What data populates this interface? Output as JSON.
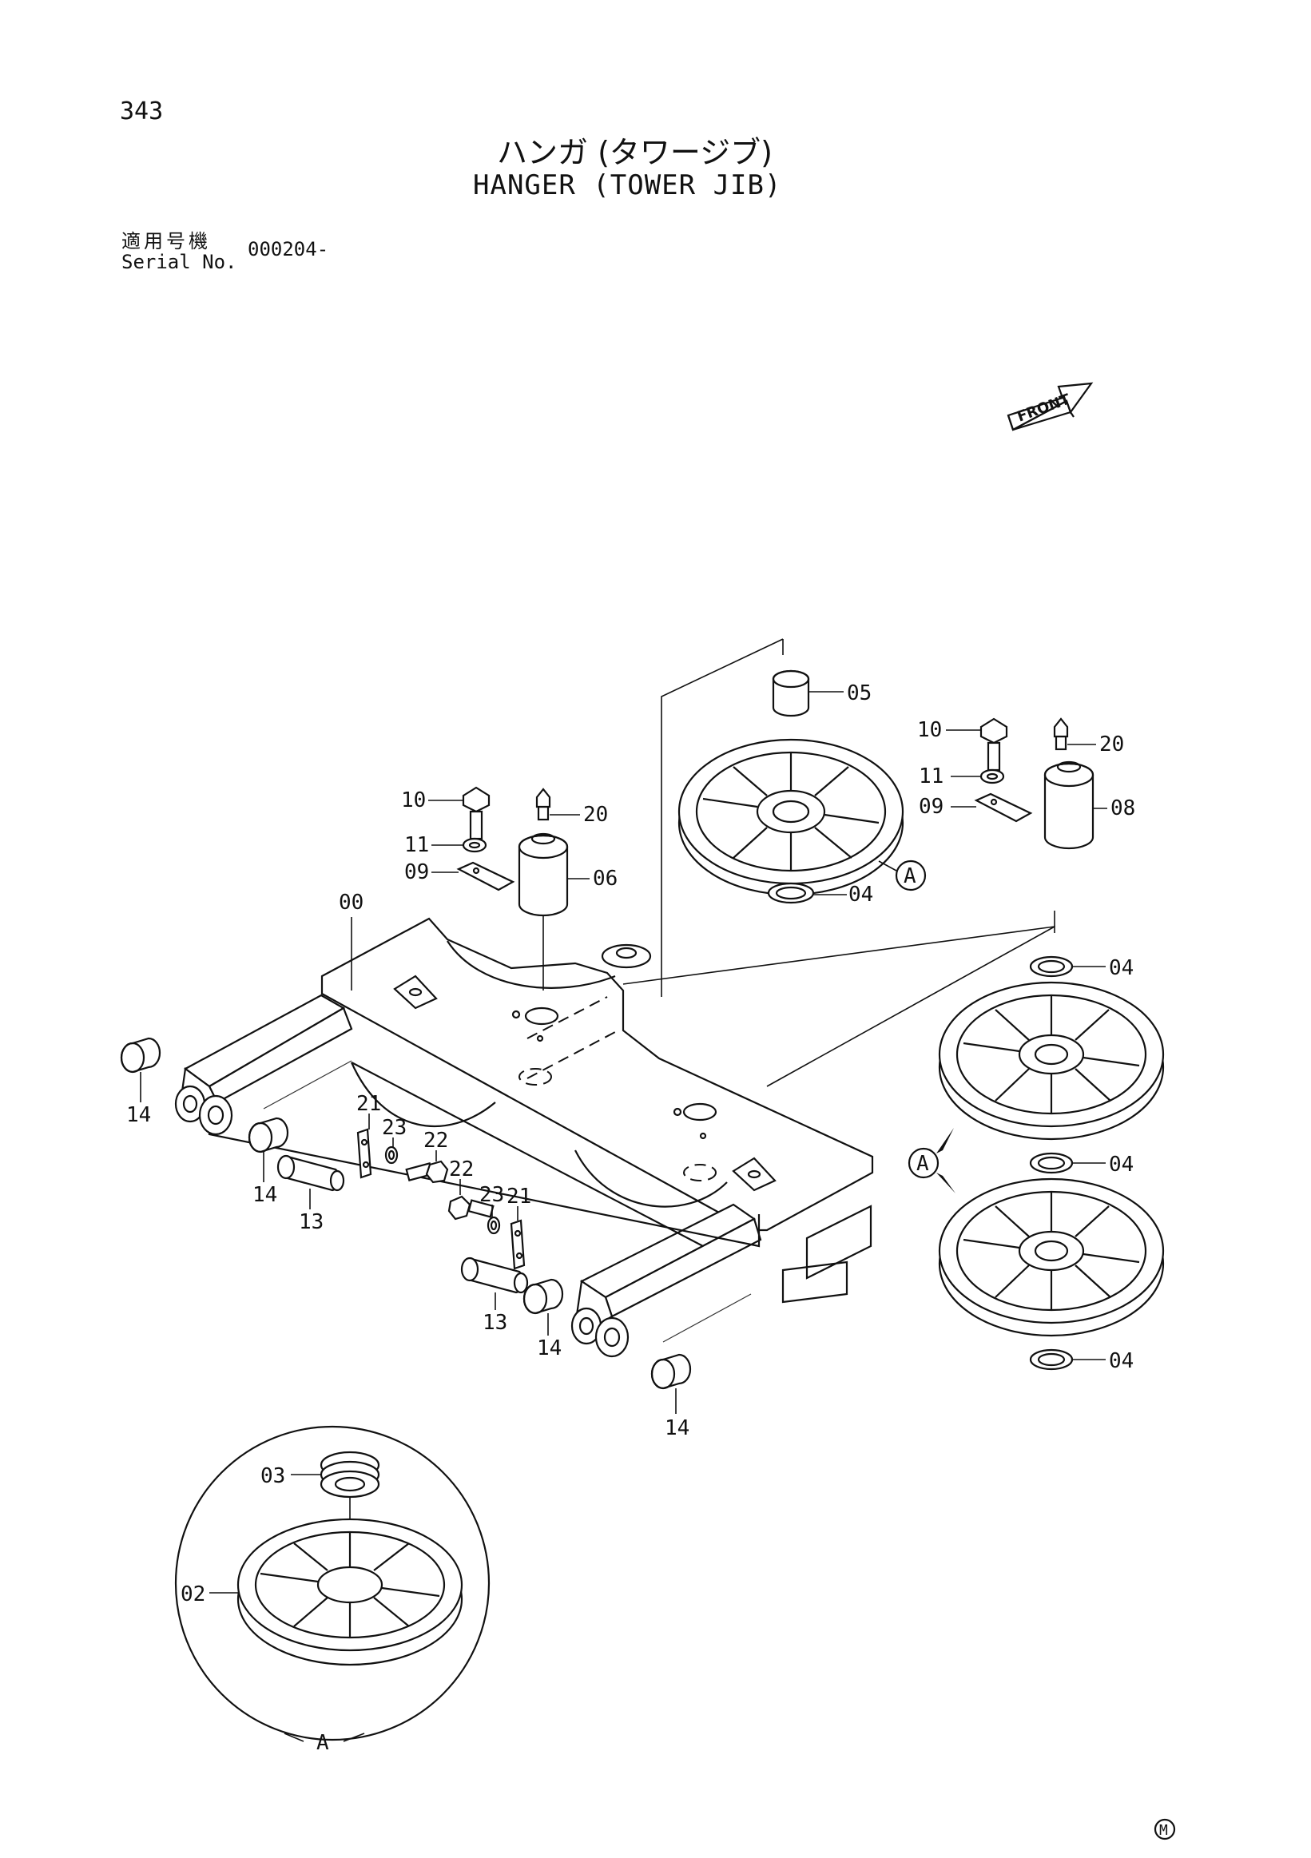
{
  "page": {
    "number": "343",
    "title_ja": "ハンガ (タワージブ)",
    "title_en": "HANGER (TOWER JIB)",
    "serial_label_ja": "適用号機",
    "serial_label_en": "Serial No.",
    "serial_value": "000204-",
    "front_label": "FRONT",
    "detail_letter": "A",
    "corner_mark": "M"
  },
  "part_callouts": {
    "p00": "00",
    "p02": "02",
    "p03": "03",
    "p04a": "04",
    "p04b": "04",
    "p04c": "04",
    "p04d": "04",
    "p05": "05",
    "p06": "06",
    "p08": "08",
    "p09a": "09",
    "p09b": "09",
    "p10a": "10",
    "p10b": "10",
    "p11a": "11",
    "p11b": "11",
    "p13a": "13",
    "p13b": "13",
    "p14a": "14",
    "p14b": "14",
    "p14c": "14",
    "p14d": "14",
    "p20a": "20",
    "p20b": "20",
    "p21a": "21",
    "p21b": "21",
    "p22a": "22",
    "p22b": "22",
    "p23a": "23",
    "p23b": "23"
  }
}
